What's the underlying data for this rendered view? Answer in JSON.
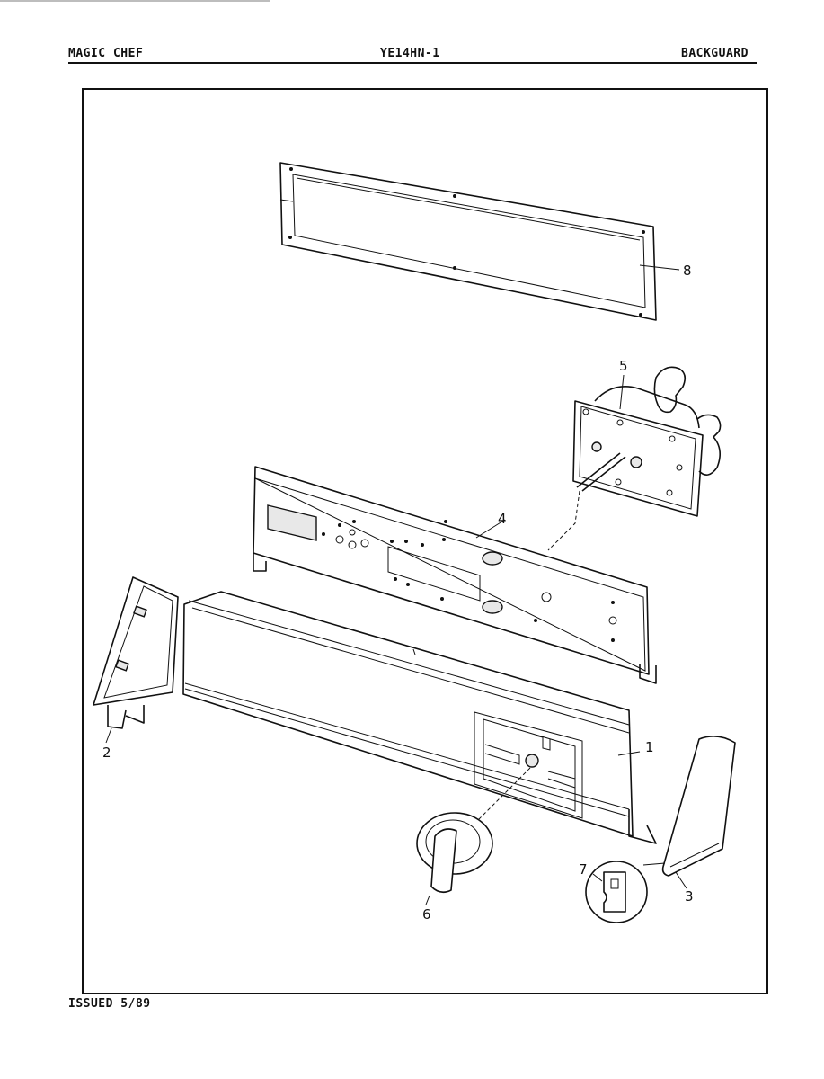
{
  "header": {
    "brand": "MAGIC CHEF",
    "model": "YE14HN-1",
    "section": "BACKGUARD"
  },
  "footer": {
    "issued": "ISSUED 5/89"
  },
  "callouts": {
    "c1": "1",
    "c2": "2",
    "c3": "3",
    "c4": "4",
    "c5": "5",
    "c6": "6",
    "c7": "7",
    "c8": "8"
  }
}
